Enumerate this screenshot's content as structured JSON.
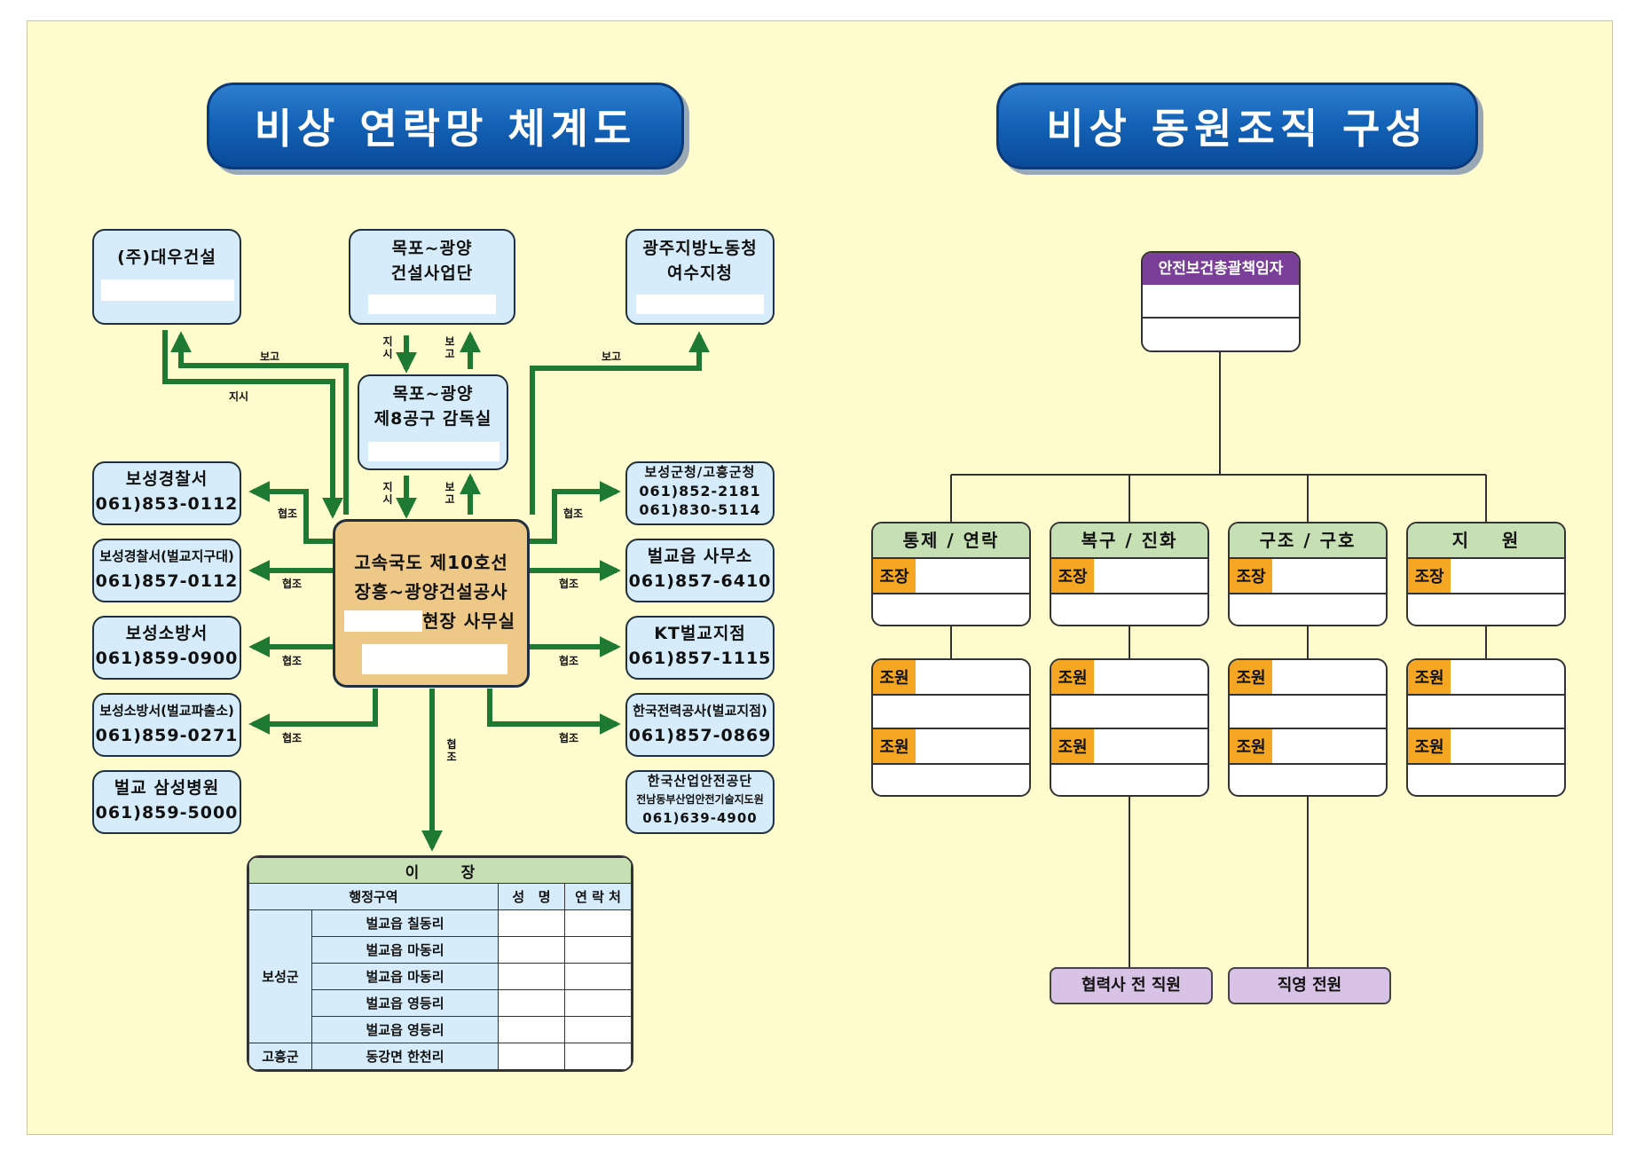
{
  "titles": {
    "left": "비상 연락망 체계도",
    "right": "비상 동원조직 구성"
  },
  "contacts": {
    "daewoo": {
      "line1": "(주)대우건설"
    },
    "mokpo_office": {
      "line1": "목포~광양",
      "line2": "건설사업단"
    },
    "labor": {
      "line1": "광주지방노동청",
      "line2": "여수지청"
    },
    "supervision": {
      "line1": "목포~광양",
      "line2": "제8공구 감독실"
    },
    "police": {
      "line1": "보성경찰서",
      "line2": "061)853-0112"
    },
    "police_branch": {
      "line1": "보성경찰서(벌교지구대)",
      "line2": "061)857-0112"
    },
    "fire": {
      "line1": "보성소방서",
      "line2": "061)859-0900"
    },
    "fire_branch": {
      "line1": "보성소방서(벌교파출소)",
      "line2": "061)859-0271"
    },
    "hospital": {
      "line1": "벌교 삼성병원",
      "line2": "061)859-5000"
    },
    "county": {
      "line1": "보성군청/고흥군청",
      "line2": "061)852-2181",
      "line3": "061)830-5114"
    },
    "town_office": {
      "line1": "벌교읍 사무소",
      "line2": "061)857-6410"
    },
    "kt": {
      "line1": "KT벌교지점",
      "line2": "061)857-1115"
    },
    "kepco": {
      "line1": "한국전력공사(벌교지점)",
      "line2": "061)857-0869"
    },
    "kosha": {
      "line1": "한국산업안전공단",
      "line2": "전남동부산업안전기술지도원",
      "line3": "061)639-4900"
    }
  },
  "center": {
    "line1": "고속국도 제10호선",
    "line2": "장흥~광양건설공사",
    "line3": "현장 사무실"
  },
  "arrow_labels": {
    "report": "보고",
    "instruct": "지시",
    "cooperate": "협조",
    "instruct_v": "지\n시",
    "report_v": "보\n고",
    "cooperate_v": "협\n조"
  },
  "village_table": {
    "title": "이        장",
    "headers": [
      "행정구역",
      "성   명",
      "연 락 처"
    ],
    "county1": "보성군",
    "county2": "고흥군",
    "rows": [
      "벌교읍 칠동리",
      "벌교읍 마동리",
      "벌교읍 마동리",
      "벌교읍 영등리",
      "벌교읍 영등리",
      "동강면 한천리"
    ]
  },
  "org": {
    "top": "안전보건총괄책임자",
    "teams": [
      "통제 / 연락",
      "복구 / 진화",
      "구조 / 구호",
      "지    원"
    ],
    "leader_tag": "조장",
    "member_tag": "조원",
    "bottom_left": "협력사 전 직원",
    "bottom_right": "직영 전원"
  },
  "colors": {
    "banner": "#1463b8",
    "box": "#d6ecfa",
    "center": "#edc886",
    "arrow": "#1e7a33",
    "tag": "#f5a623",
    "header": "#c6e0b4",
    "purple": "#d8c2e6"
  }
}
